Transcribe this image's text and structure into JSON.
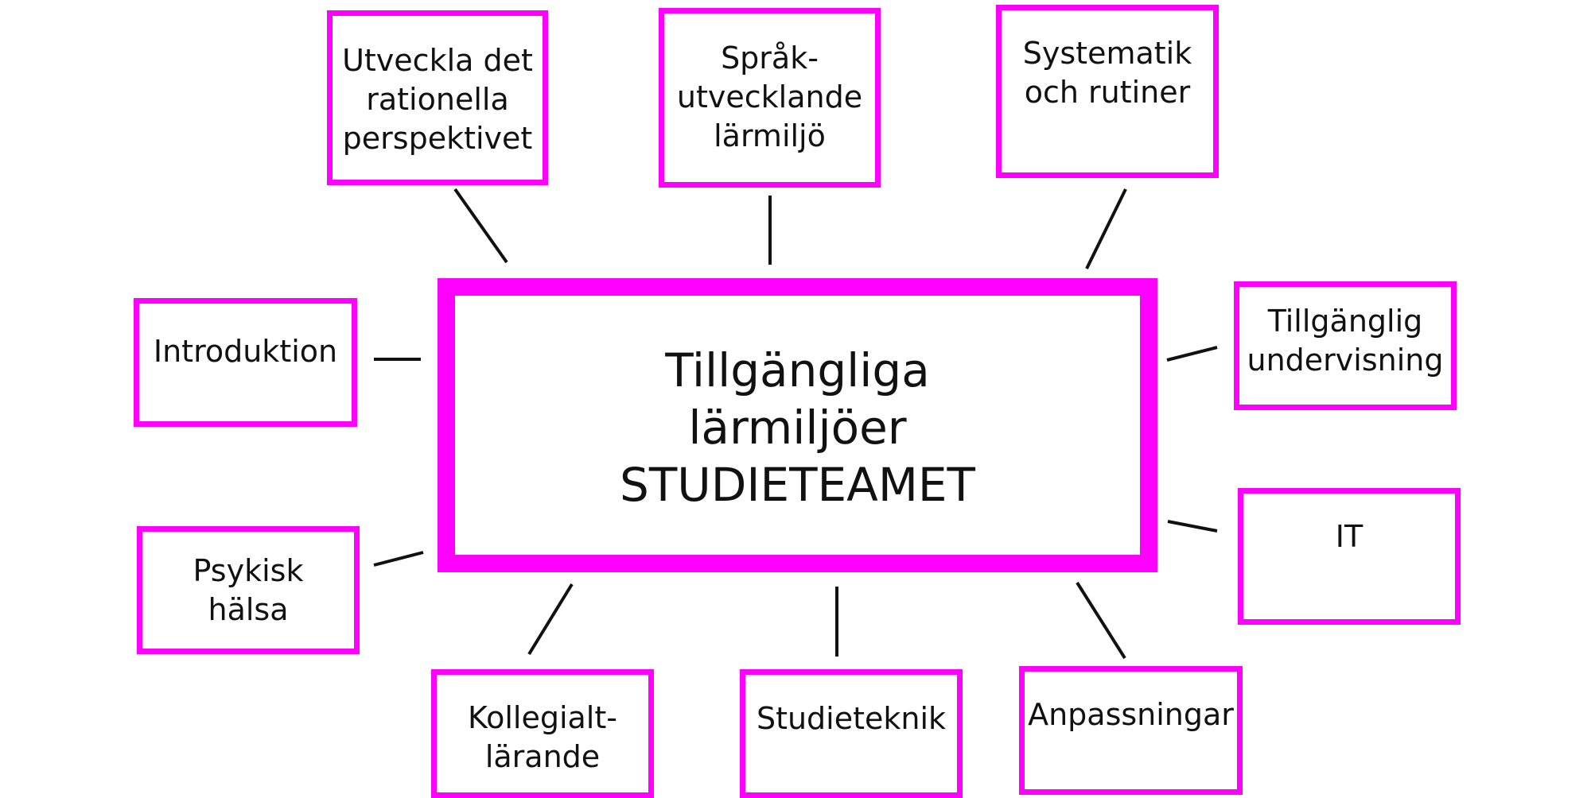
{
  "diagram": {
    "center": {
      "title": "Tillgängliga\nlärmiljöer",
      "subtitle": "STUDIETEAMET"
    },
    "nodes": [
      {
        "id": "utveckla",
        "label": "Utveckla det\nrationella\nperspektivet"
      },
      {
        "id": "sprak",
        "label": "Språk-\nutvecklande\nlärmiljö"
      },
      {
        "id": "systematik",
        "label": "Systematik\noch rutiner"
      },
      {
        "id": "introduktion",
        "label": "Introduktion"
      },
      {
        "id": "tillganglig-undervisning",
        "label": "Tillgänglig\nundervisning"
      },
      {
        "id": "psykisk-halsa",
        "label": "Psykisk\nhälsa"
      },
      {
        "id": "it",
        "label": "IT"
      },
      {
        "id": "kollegialt",
        "label": "Kollegialt-\nlärande"
      },
      {
        "id": "studieteknik",
        "label": "Studieteknik"
      },
      {
        "id": "anpassningar",
        "label": "Anpassningar"
      }
    ],
    "colors": {
      "box_border": "#ff00ff",
      "connector": "#111111",
      "text": "#111111"
    }
  }
}
